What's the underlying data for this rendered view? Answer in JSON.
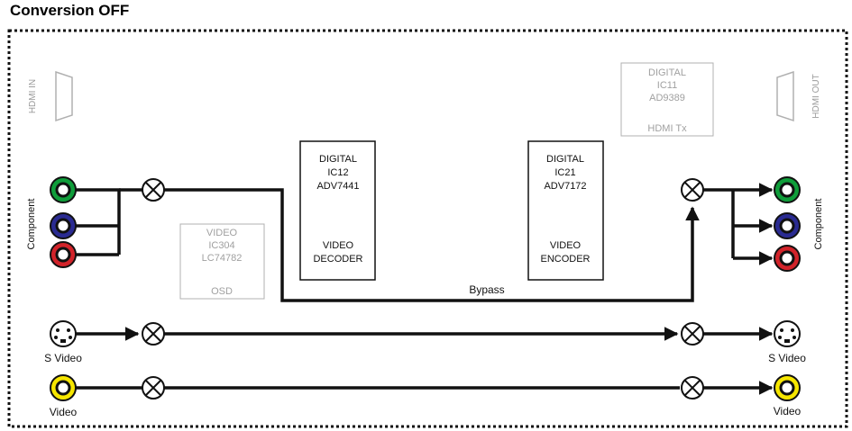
{
  "page": {
    "title": "Conversion OFF"
  },
  "colors": {
    "green": "#0f9d3a",
    "blue": "#2a2b92",
    "red": "#d2232a",
    "yellow": "#f6e600",
    "inactive": "#b0b0b0",
    "line": "#111111"
  },
  "inputs": {
    "hdmi_label": "HDMI IN",
    "component_label": "Component",
    "svideo_label": "S Video",
    "video_label": "Video"
  },
  "outputs": {
    "hdmi_label": "HDMI OUT",
    "component_label": "Component",
    "svideo_label": "S Video",
    "video_label": "Video"
  },
  "chips": {
    "ic11": {
      "lines": [
        "DIGITAL",
        "IC11",
        "AD9389"
      ],
      "func": "HDMI Tx"
    },
    "ic12": {
      "lines": [
        "DIGITAL",
        "IC12",
        "ADV7441"
      ],
      "func": [
        "VIDEO",
        "DECODER"
      ]
    },
    "ic21": {
      "lines": [
        "DIGITAL",
        "IC21",
        "ADV7172"
      ],
      "func": [
        "VIDEO",
        "ENCODER"
      ]
    },
    "ic304": {
      "lines": [
        "VIDEO",
        "IC304",
        "LC74782"
      ],
      "func": "OSD"
    }
  },
  "signal": {
    "bypass_label": "Bypass"
  }
}
